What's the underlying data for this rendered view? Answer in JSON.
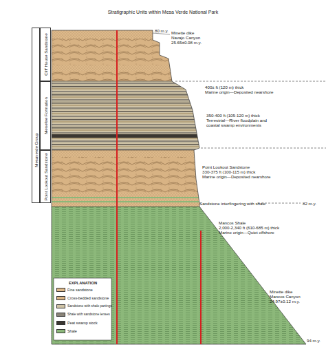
{
  "diagram": {
    "title": "Stratigraphic Units within Mesa Verde National Park",
    "nodes": [
      {
        "text": [
          "Mesaverde Group"
        ]
      },
      {
        "text": [
          "Cliff House Sandstone"
        ]
      },
      {
        "text": [
          "Menefee Formation"
        ]
      },
      {
        "text": [
          "Point Lookout Sandstone"
        ]
      }
    ],
    "labels": [
      "80 m.y.",
      "Minette dike",
      "Navajo Canyon",
      "25.65±0.08 m.y.",
      "400± ft (120 m) thick",
      "Marine origin—Deposited nearshore",
      "350-400 ft (105-120 m) thick",
      "Terrestrial—River floodplain and",
      "coastal swamp environments",
      "Point Lookout Sandstone",
      "330-375 ft (100-115 m) thick",
      "Marine origin—Deposited nearshore",
      "Sandstone interfingering with shale",
      "82 m.y.",
      "Mancos Shale",
      "2,000-2,340 ft (610-685 m) thick",
      "Marine origin—Quiet offshore",
      "Minette dike",
      "Mancos Canyon",
      "24.97±0.12 m.y.",
      "94 m.y.",
      "EXPLANATION"
    ],
    "legend": [
      {
        "text": "Fine sandstone",
        "color": "#ddb98a"
      },
      {
        "text": "Cross-bedded sandstone",
        "color": "#d8b384"
      },
      {
        "text": "Sandstone with shale partings",
        "color": "#cfc3a6"
      },
      {
        "text": "Shale with sandstone lenses",
        "color": "#8a8478"
      },
      {
        "text": "Peat swamp stock",
        "color": "#3a3631"
      },
      {
        "text": "Shale",
        "color": "#8cb87a"
      }
    ]
  }
}
